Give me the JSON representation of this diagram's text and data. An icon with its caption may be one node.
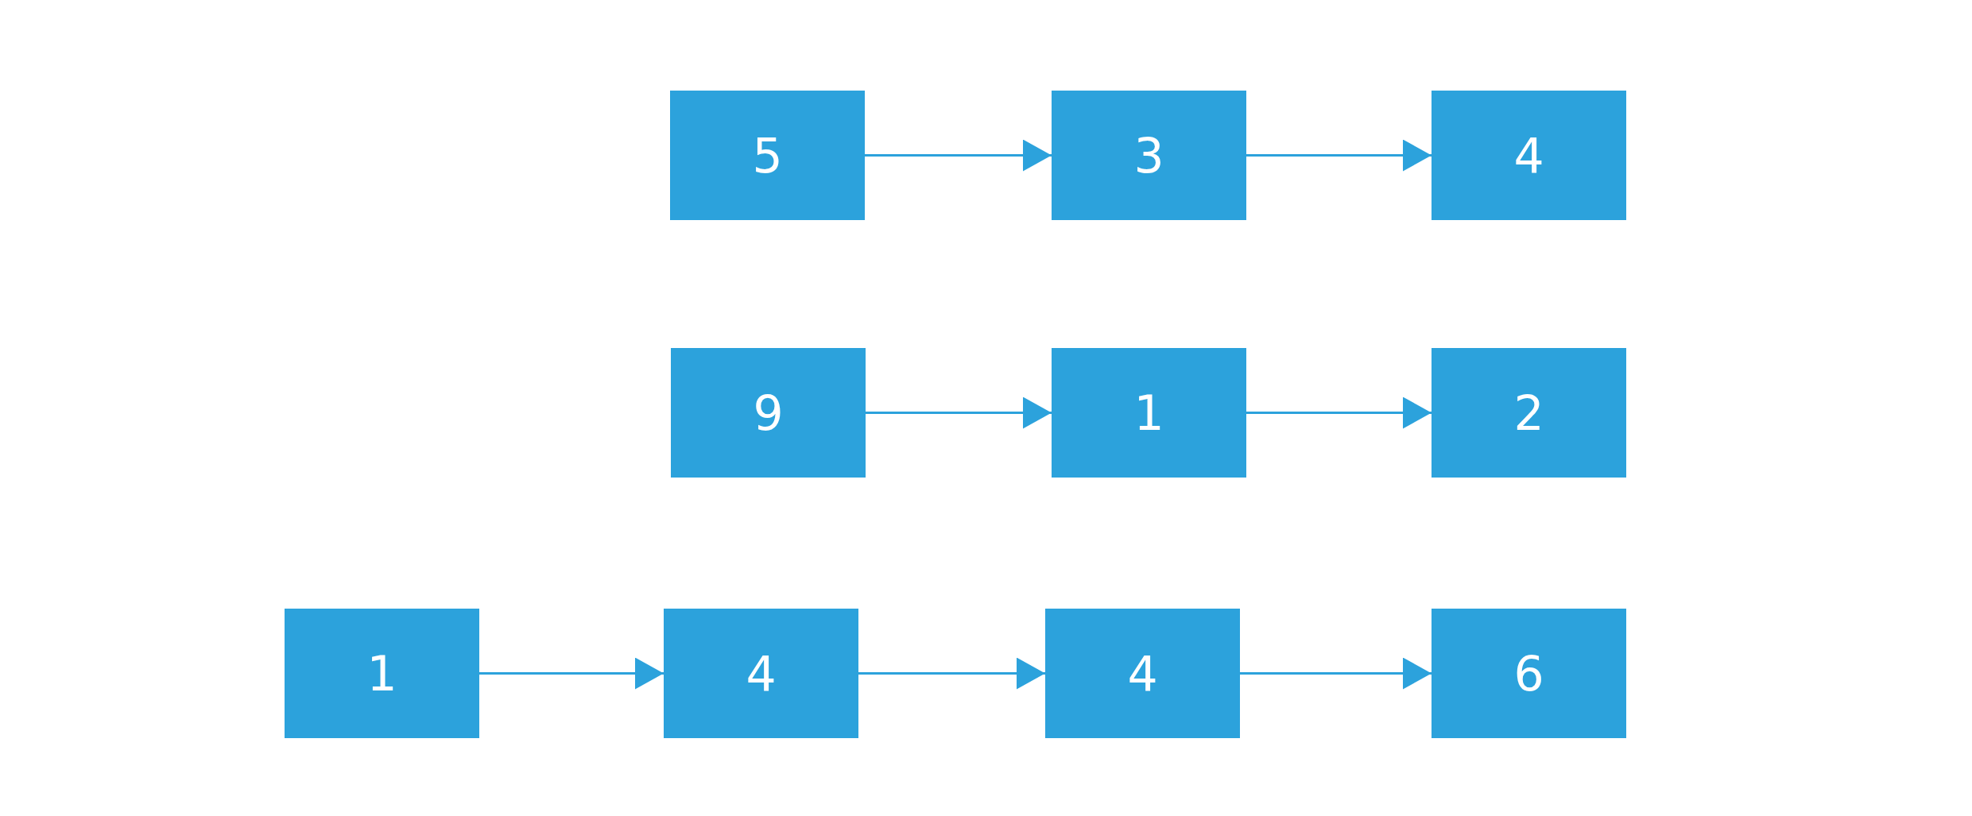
{
  "diagram": {
    "nodes": [
      {
        "text": [
          "5"
        ]
      },
      {
        "text": [
          "3"
        ]
      },
      {
        "text": [
          "4"
        ]
      },
      {
        "text": [
          "9"
        ]
      },
      {
        "text": [
          "1"
        ]
      },
      {
        "text": [
          "2"
        ]
      },
      {
        "text": [
          "1"
        ]
      },
      {
        "text": [
          "4"
        ]
      },
      {
        "text": [
          "4"
        ]
      },
      {
        "text": [
          "6"
        ]
      }
    ],
    "edges": [
      {
        "from": 0,
        "to": 1,
        "arrow": "to"
      },
      {
        "from": 1,
        "to": 2,
        "arrow": "to"
      },
      {
        "from": 3,
        "to": 4,
        "arrow": "to"
      },
      {
        "from": 4,
        "to": 5,
        "arrow": "to"
      },
      {
        "from": 6,
        "to": 7,
        "arrow": "to"
      },
      {
        "from": 7,
        "to": 8,
        "arrow": "to"
      },
      {
        "from": 8,
        "to": 9,
        "arrow": "to"
      }
    ]
  }
}
